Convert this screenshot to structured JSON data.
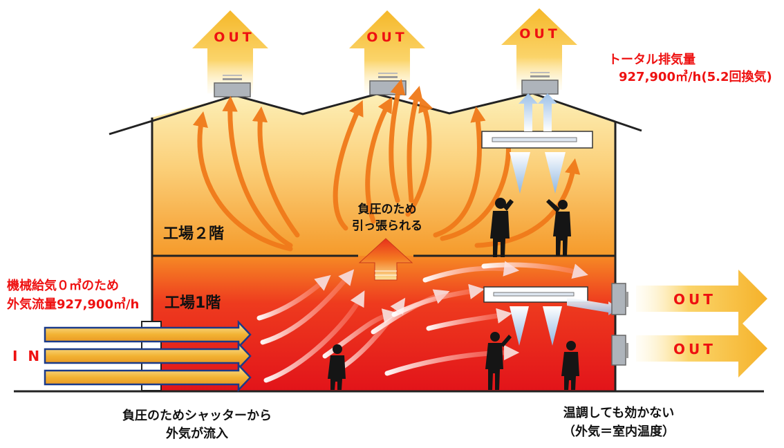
{
  "labels": {
    "out": "OUT",
    "in": "I N",
    "total_exhaust_line1": "トータル排気量",
    "total_exhaust_line2": "927,900㎥/h(5.2回換気)",
    "floor2": "工場２階",
    "floor1": "工場1階",
    "negative_pressure_line1": "負圧のため",
    "negative_pressure_line2": "引っ張られる",
    "supply_line1": "機械給気０㎥のため",
    "supply_line2": "外気流量927,900㎥/h",
    "shutter_line1": "負圧のためシャッターから",
    "shutter_line2": "外気が流入",
    "temp_line1": "温調しても効かない",
    "temp_line2": "（外気＝室内温度）"
  },
  "colors": {
    "accent_red": "#ee1111",
    "floor2_top": "#fbe6a8",
    "floor2_bottom": "#f7941d",
    "floor1_top": "#f7941d",
    "floor1_bottom": "#e8161b",
    "out_arrow": "#f6c23c",
    "flow_arrow": "#ee7a1c",
    "cold_air": "#a7c8ea"
  },
  "icons": {
    "roof_fan": "exhaust-fan-icon",
    "wall_fan": "wall-fan-icon",
    "worker": "person-icon",
    "ac_unit": "air-conditioner-icon"
  }
}
